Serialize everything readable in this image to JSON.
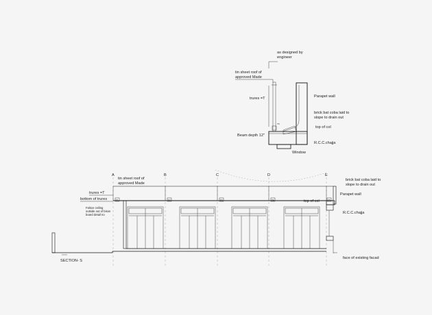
{
  "detail": {
    "designed_by": [
      "as designed by",
      "engineer"
    ],
    "tin_sheet": [
      "tin sheet roof of",
      "approved Made"
    ],
    "trures": "trures =T",
    "parapet": "Parapet wall",
    "coba": [
      "brick bat coba laid to",
      "slope to drain out"
    ],
    "top_of_col": "top of col",
    "beam_depth": "Beam depth 12\"",
    "chajja": "R.C.C.chajja",
    "window": "Window",
    "tag_t5": "T5"
  },
  "section": {
    "grid_labels": [
      "A",
      "B",
      "C",
      "D",
      "E"
    ],
    "tin_sheet": [
      "tin sheet roof of",
      "approved Made"
    ],
    "trures": "trures =T",
    "bottom": "bottom of trures",
    "falce": [
      "Falsce ceiling",
      "outside out of bison",
      "board detail no"
    ],
    "top_of_col": "top of col",
    "coba": [
      "brick bat coba laid to",
      "slope to drain out"
    ],
    "parapet": "Parapet wall",
    "chajja": "R.C.C.chajja",
    "facade": "face of existing facad",
    "title": "SECTION- S",
    "truss_tags": [
      "T1",
      "T2",
      "T3",
      "T4",
      "T5"
    ]
  }
}
